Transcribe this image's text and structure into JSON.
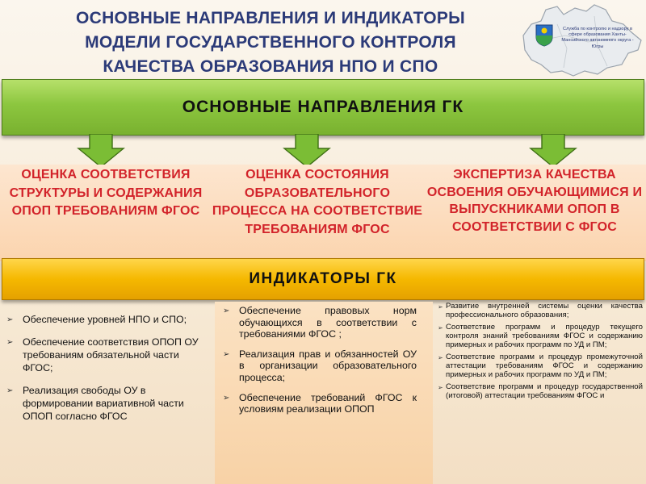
{
  "title": {
    "line1": "ОСНОВНЫЕ НАПРАВЛЕНИЯ И ИНДИКАТОРЫ",
    "line2": "МОДЕЛИ ГОСУДАРСТВЕННОГО КОНТРОЛЯ",
    "line3": "КАЧЕСТВА ОБРАЗОВАНИЯ НПО И СПО"
  },
  "logo": {
    "icon": "region-map-icon",
    "emblem_icon": "coat-of-arms-icon",
    "caption": "Служба по контролю и надзору в сфере образования Ханты-Мансийского автономного округа - Югры"
  },
  "main_bar": {
    "label": "ОСНОВНЫЕ НАПРАВЛЕНИЯ ГК"
  },
  "directions": [
    {
      "text": "ОЦЕНКА СООТВЕТСТВИЯ СТРУКТУРЫ И СОДЕРЖАНИЯ ОПОП ТРЕБОВАНИЯМ ФГОС"
    },
    {
      "text": "ОЦЕНКА СОСТОЯНИЯ ОБРАЗОВАТЕЛЬНОГО ПРОЦЕССА НА СООТВЕТСТВИЕ ТРЕБОВАНИЯМ ФГОС"
    },
    {
      "text": "ЭКСПЕРТИЗА КАЧЕСТВА ОСВОЕНИЯ ОБУЧАЮЩИМИСЯ И ВЫПУСКНИКАМИ ОПОП В СООТВЕТСТВИИ С ФГОС"
    }
  ],
  "indicator_bar": {
    "label": "ИНДИКАТОРЫ ГК"
  },
  "indicators": {
    "col1": [
      "Обеспечение уровней НПО и СПО;",
      "Обеспечение соответствия ОПОП ОУ требованиям обязательной части ФГОС;",
      "Реализация свободы ОУ в формировании вариативной части ОПОП согласно ФГОС"
    ],
    "col2": [
      "Обеспечение правовых норм обучающихся в соответствии с требованиями ФГОС ;",
      "Реализация прав и обязанностей ОУ в организации образовательного процесса;",
      "Обеспечение требований ФГОС к условиям реализации ОПОП"
    ],
    "col3": [
      "Развитие внутренней системы оценки качества профессионального образования;",
      "Соответствие программ и процедур текущего контроля знаний требованиям ФГОС и содержанию примерных и рабочих программ по УД и ПМ;",
      "Соответствие программ и процедур промежуточной аттестации требованиям ФГОС и содержанию примерных и рабочих программ по УД и ПМ;",
      "Соответствие программ и процедур государственной (итоговой) аттестации требованиям ФГОС и"
    ]
  },
  "bullet_glyph": "➢",
  "colors": {
    "title": "#2b3a78",
    "main_bar": "#8cc63f",
    "direction_text": "#d2232a",
    "indicator_bar": "#f5b800"
  }
}
